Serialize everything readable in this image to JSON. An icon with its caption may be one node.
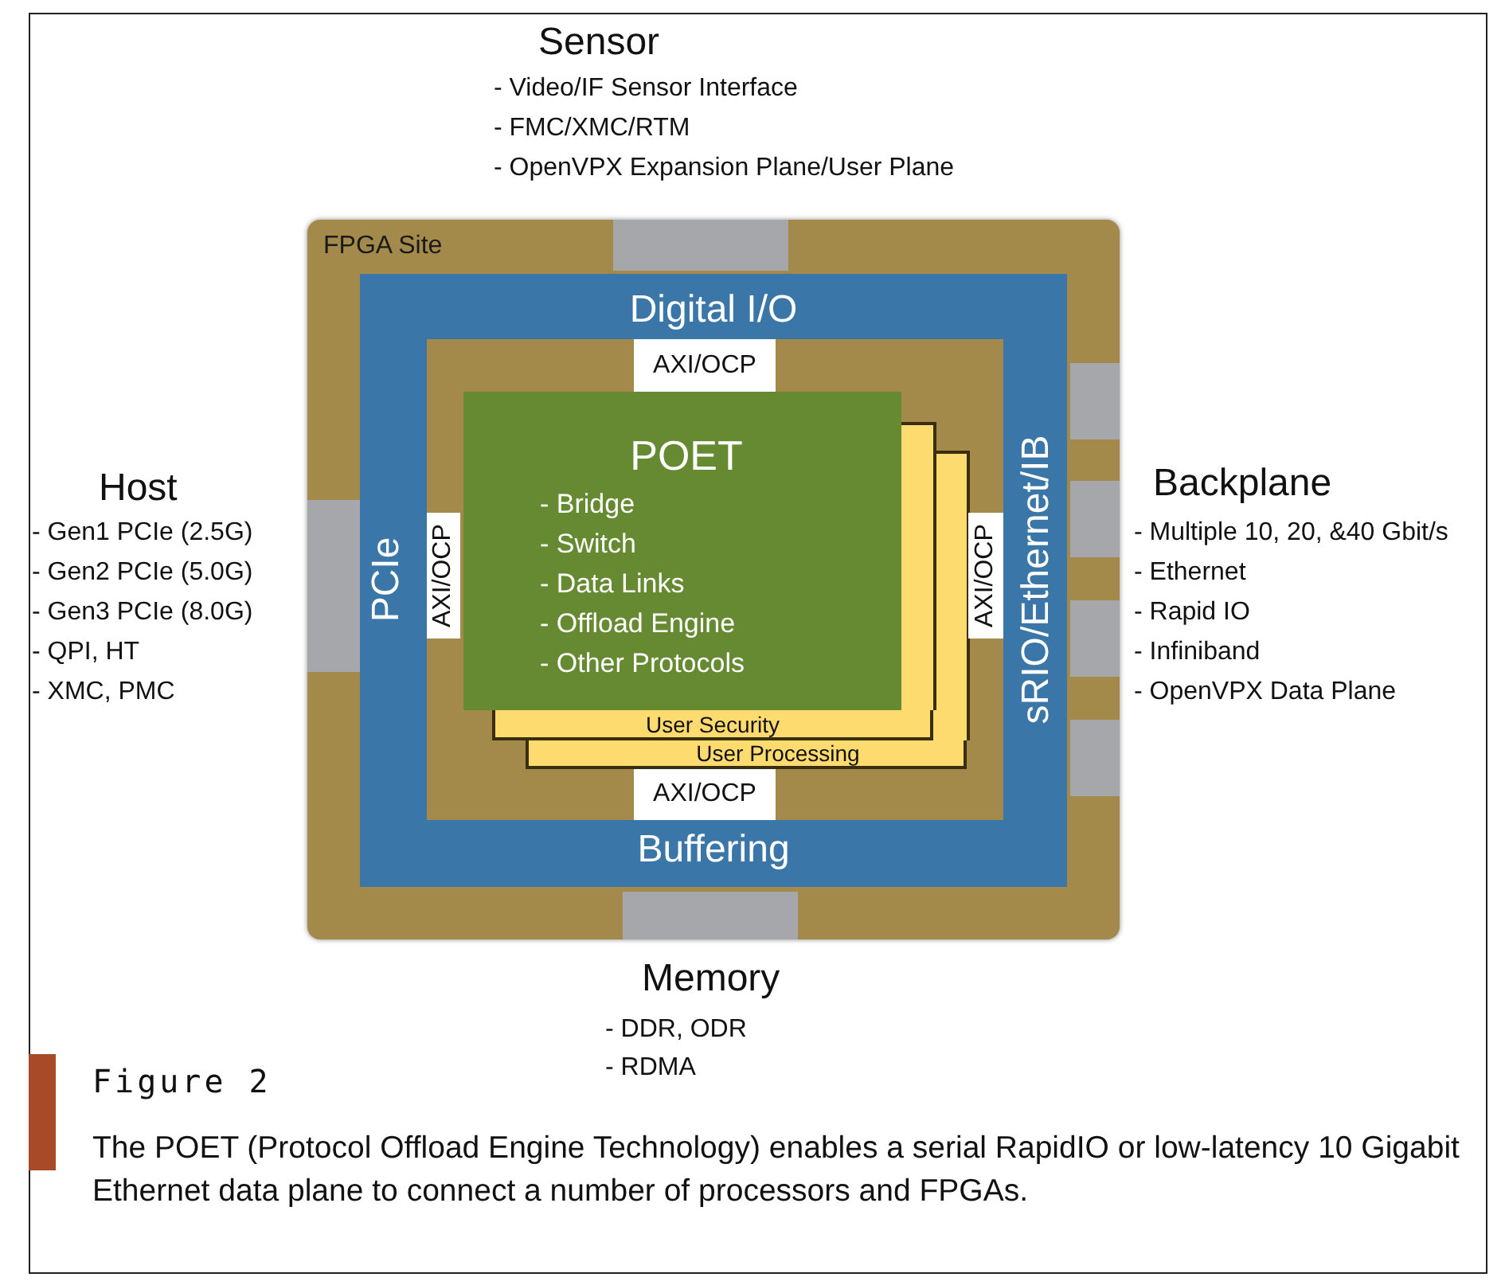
{
  "diagram": {
    "caption": "The POET (Protocol Offload Engine Technology) enables a serial RapidIO or low-latency 10 Gigabit Ethernet data plane to connect a number of processors and FPGAs.",
    "nodes": [
      {
        "text": [
          "FPGA Site"
        ]
      },
      {
        "text": [],
        "shape": "box",
        "in": 0
      },
      {
        "text": [],
        "shape": "box",
        "in": 0
      },
      {
        "text": [],
        "shape": "box",
        "in": 0
      },
      {
        "text": [],
        "shape": "box",
        "in": 0
      },
      {
        "text": [],
        "shape": "box",
        "in": 0
      },
      {
        "text": [],
        "shape": "box",
        "in": 0
      },
      {
        "text": [],
        "shape": "box",
        "in": 0
      },
      {
        "text": [
          "Digital I/O",
          "PCIe",
          "sRIO/Ethernet/IB",
          "Buffering"
        ],
        "in": 0
      },
      {
        "text": [],
        "shape": "box",
        "in": 8
      },
      {
        "text": [
          "AXI/OCP"
        ],
        "in": 9
      },
      {
        "text": [
          "AXI/OCP"
        ],
        "in": 9
      },
      {
        "text": [
          "POET",
          "- Bridge",
          "- Switch",
          "- Data Links",
          "- Offload Engine",
          "- Other Protocols"
        ],
        "in": 9
      },
      {
        "text": [
          "User Security"
        ],
        "in": 9
      },
      {
        "text": [
          "User Processing"
        ],
        "in": 9
      },
      {
        "text": [
          "AXI/OCP"
        ],
        "in": 9
      },
      {
        "text": [
          "AXI/OCP"
        ],
        "in": 9
      }
    ],
    "labels": [
      "Sensor",
      "- Video/IF Sensor Interface",
      "- FMC/XMC/RTM",
      "- OpenVPX Expansion Plane/User Plane",
      "Host",
      "- Gen1 PCIe (2.5G)",
      "- Gen2 PCIe (5.0G)",
      "- Gen3 PCIe (8.0G)",
      "- QPI, HT",
      "- XMC, PMC",
      "Backplane",
      "- Multiple 10, 20, &40 Gbit/s",
      "- Ethernet",
      "- Rapid IO",
      "- Infiniband",
      "- OpenVPX Data Plane",
      "Memory",
      "- DDR, ODR",
      "- RDMA",
      "Figure 2"
    ]
  }
}
